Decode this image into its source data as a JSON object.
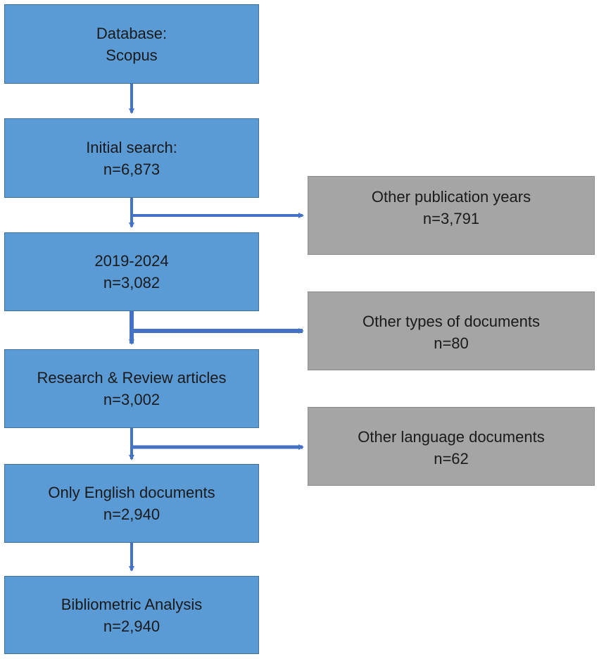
{
  "diagram": {
    "main_steps": [
      {
        "line1": "Database:",
        "line2": "Scopus"
      },
      {
        "line1": "Initial search:",
        "line2": "n=6,873"
      },
      {
        "line1": "2019-2024",
        "line2": "n=3,082"
      },
      {
        "line1": "Research & Review articles",
        "line2": "n=3,002"
      },
      {
        "line1": "Only English documents",
        "line2": "n=2,940"
      },
      {
        "line1": "Bibliometric Analysis",
        "line2": "n=2,940"
      }
    ],
    "exclusions": [
      {
        "line1": "Other publication years",
        "line2": "n=3,791"
      },
      {
        "line1": "Other types of documents",
        "line2": "n=80"
      },
      {
        "line1": "Other language documents",
        "line2": "n=62"
      }
    ],
    "colors": {
      "main_box": "#5b9bd5",
      "exclusion_box": "#a5a5a5",
      "arrow": "#4472c4"
    }
  }
}
